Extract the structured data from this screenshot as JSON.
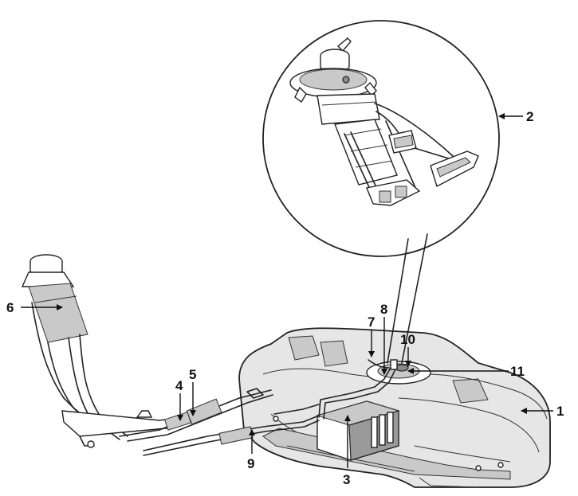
{
  "callouts": {
    "c1": "1",
    "c2": "2",
    "c3": "3",
    "c4": "4",
    "c5": "5",
    "c6": "6",
    "c7": "7",
    "c8": "8",
    "c9": "9",
    "c10": "10",
    "c11": "11"
  },
  "colors": {
    "ink": "#222222",
    "tank_fill": "#e6e6e6",
    "shade": "#c9c9c9",
    "background": "#ffffff"
  }
}
